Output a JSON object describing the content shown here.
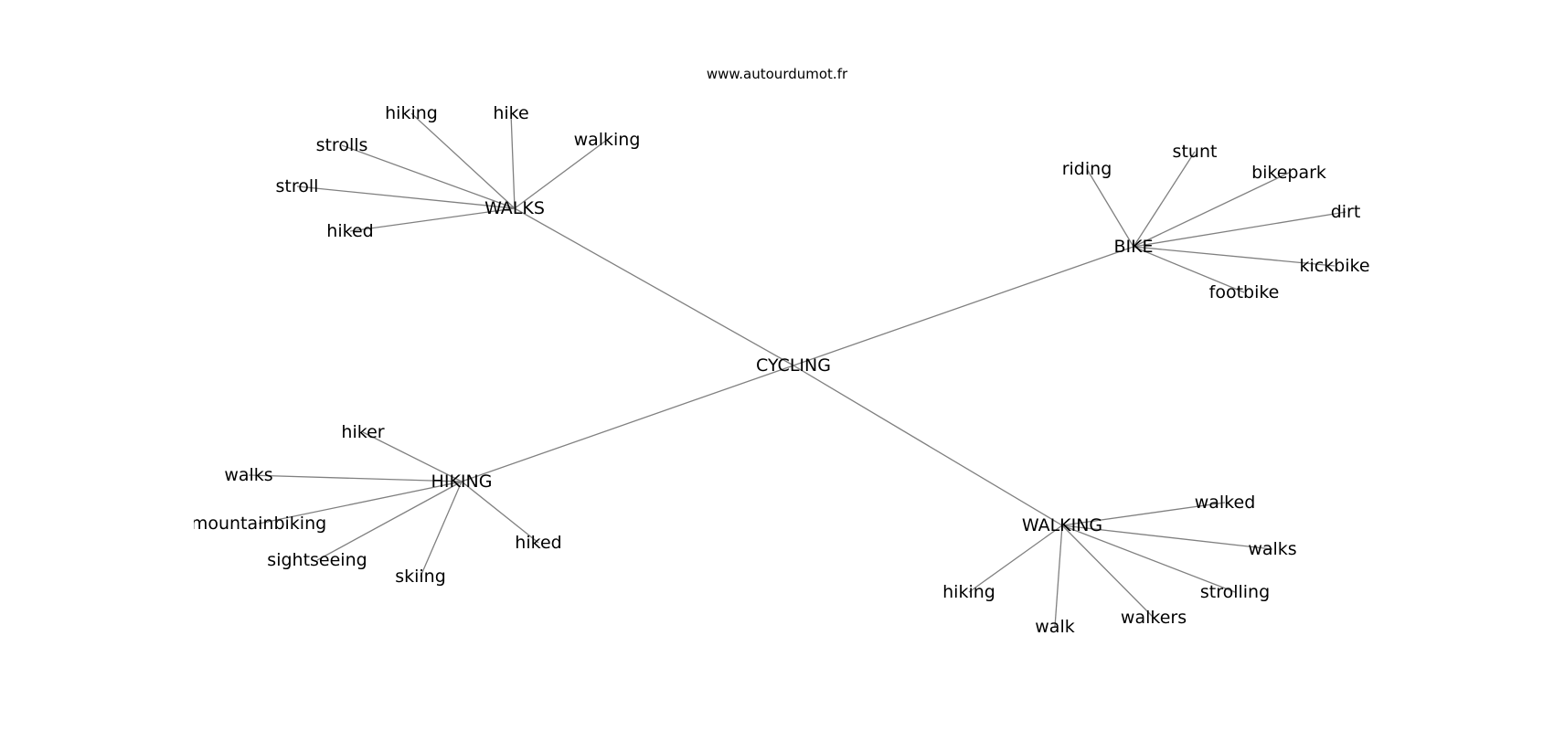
{
  "source": "www.autourdumot.fr",
  "center": "CYCLING",
  "clusters": [
    {
      "id": "walks",
      "label": "WALKS",
      "words": [
        "hiking",
        "hike",
        "walking",
        "strolls",
        "stroll",
        "hiked"
      ]
    },
    {
      "id": "bike",
      "label": "BIKE",
      "words": [
        "riding",
        "stunt",
        "bikepark",
        "dirt",
        "kickbike",
        "footbike"
      ]
    },
    {
      "id": "hiking",
      "label": "HIKING",
      "words": [
        "hiker",
        "walks",
        "mountainbiking",
        "sightseeing",
        "skiing",
        "hiked"
      ]
    },
    {
      "id": "walking",
      "label": "WALKING",
      "words": [
        "walked",
        "walks",
        "strolling",
        "walkers",
        "walk",
        "hiking"
      ]
    }
  ]
}
